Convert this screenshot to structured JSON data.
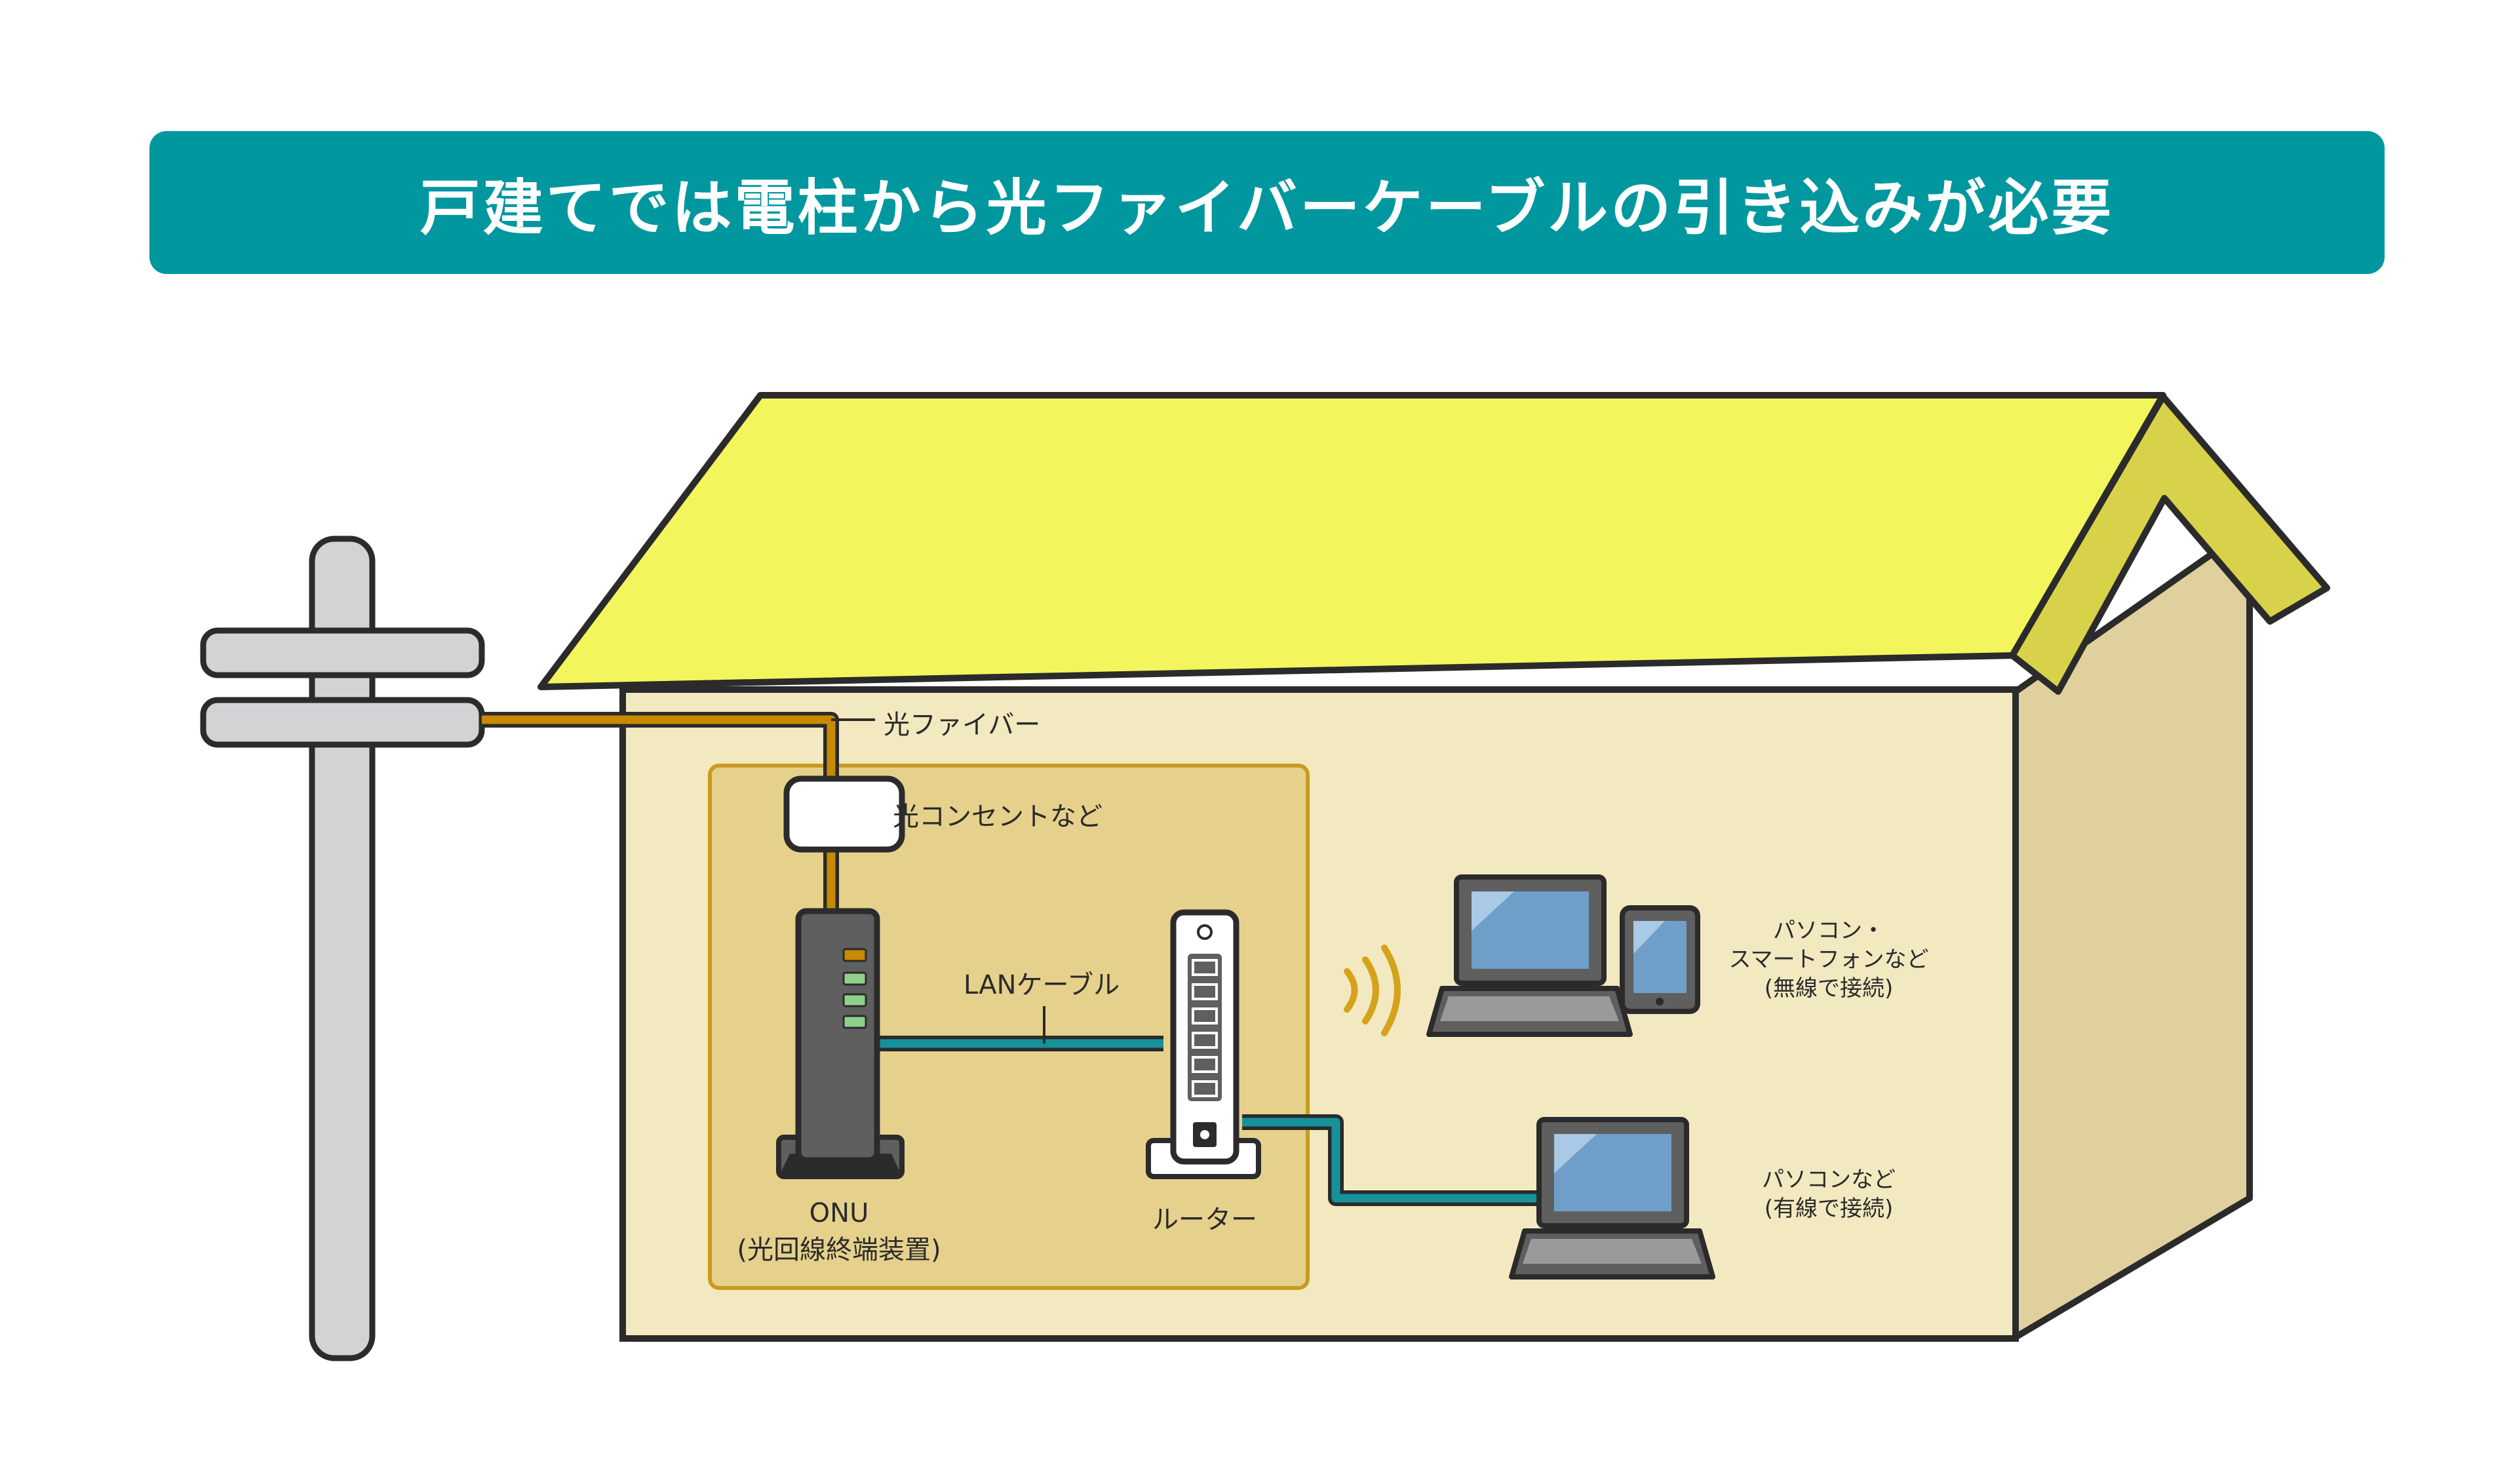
{
  "title": "戸建てでは電柱から光ファイバーケーブルの引き込みが必要",
  "labels": {
    "fiber": "光ファイバー",
    "outlet": "光コンセントなど",
    "lan_cable": "LANケーブル",
    "onu_line1": "ONU",
    "onu_line2": "(光回線終端装置)",
    "router": "ルーター",
    "wireless_line1": "パソコン・",
    "wireless_line2": "スマートフォンなど",
    "wireless_line3": "(無線で接続)",
    "wired_line1": "パソコンなど",
    "wired_line2": "(有線で接続)"
  },
  "colors": {
    "banner": "#00979f",
    "roof": "#f2f65c",
    "wall": "#f3e9c0",
    "side_wall": "#dfd09e",
    "equipment_zone": "#e6d18c",
    "fiber_cable": "#c88a00",
    "lan_cable": "#15929a",
    "pole": "#d3d3d6"
  }
}
